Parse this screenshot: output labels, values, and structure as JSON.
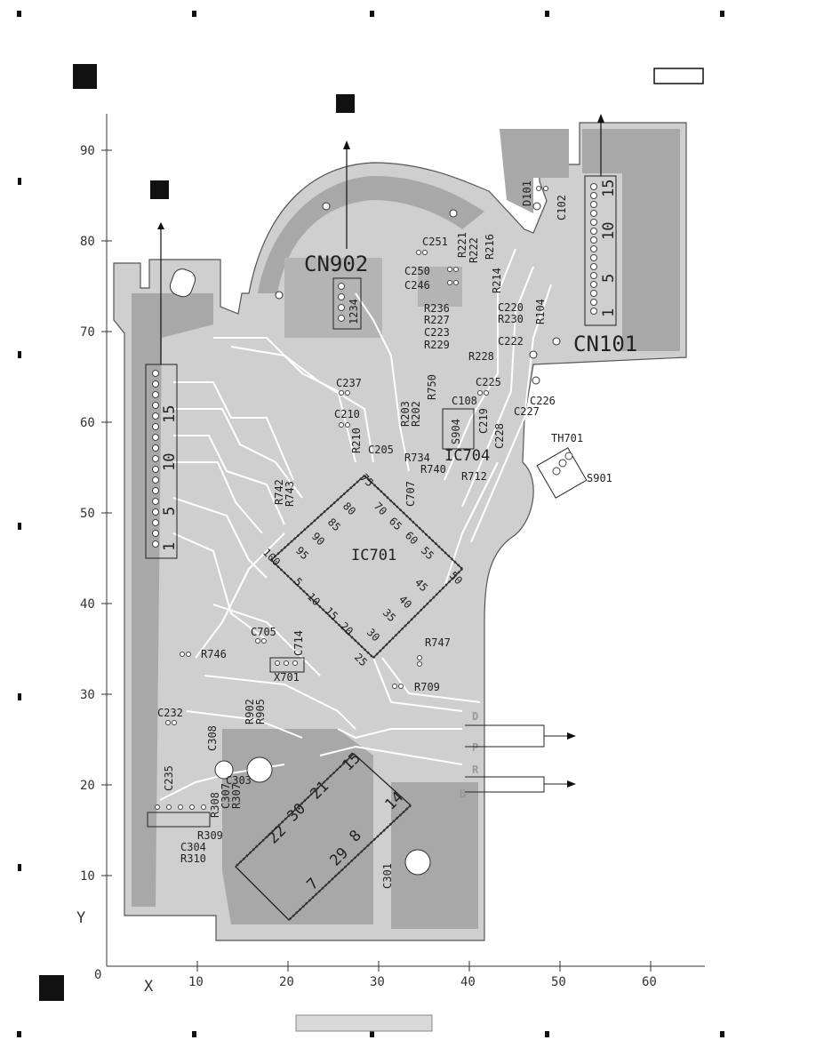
{
  "page": {
    "box_label": ""
  },
  "axes": {
    "y_label": "Y",
    "x_label": "X",
    "y_ticks": [
      "0",
      "10",
      "20",
      "30",
      "40",
      "50",
      "60",
      "70",
      "80",
      "90"
    ],
    "x_ticks": [
      "10",
      "20",
      "30",
      "40",
      "50",
      "60"
    ]
  },
  "connectors": {
    "cn902": "CN902",
    "cn902_pins": "1234",
    "cn101": "CN101",
    "cn101_pins": [
      "15",
      "10",
      "5",
      "1"
    ],
    "left_pins": [
      "15",
      "10",
      "5",
      "1"
    ]
  },
  "ics": {
    "ic701": "IC701",
    "ic701_pins": [
      "75",
      "70",
      "65",
      "60",
      "55",
      "80",
      "85",
      "90",
      "95",
      "100",
      "5",
      "10",
      "15",
      "20",
      "25",
      "30",
      "35",
      "40",
      "45",
      "50"
    ],
    "ic704": "IC704",
    "bottom_ic_pins": [
      "15",
      "21",
      "30",
      "22",
      "8",
      "29",
      "7",
      "14"
    ]
  },
  "signals": [
    "D",
    "P",
    "R",
    "B"
  ],
  "components": {
    "d101": "D101",
    "c102": "C102",
    "c251": "C251",
    "r221": "R221",
    "r222": "R222",
    "r216": "R216",
    "c250": "C250",
    "c246": "C246",
    "r214": "R214",
    "r236": "R236",
    "r227": "R227",
    "c223": "C223",
    "r229": "R229",
    "c220": "C220",
    "r230": "R230",
    "c222": "C222",
    "r104": "R104",
    "r228": "R228",
    "c237": "C237",
    "r750": "R750",
    "c225": "C225",
    "c210": "C210",
    "r203": "R203",
    "r202": "R202",
    "c108": "C108",
    "c226": "C226",
    "c227": "C227",
    "r210": "R210",
    "c205": "C205",
    "r734": "R734",
    "s904": "S904",
    "c219": "C219",
    "c228": "C228",
    "th701": "TH701",
    "r740": "R740",
    "r712": "R712",
    "s901": "S901",
    "r742": "R742",
    "r743": "R743",
    "c707": "C707",
    "c705": "C705",
    "c714": "C714",
    "r746": "R746",
    "r747": "R747",
    "x701": "X701",
    "r709": "R709",
    "r902": "R902",
    "r905": "R905",
    "c232": "C232",
    "c308": "C308",
    "c235": "C235",
    "c303": "C303",
    "c307": "C307",
    "r307": "R307",
    "r308": "R308",
    "r309": "R309",
    "c304": "C304",
    "r310": "R310",
    "c301": "C301"
  }
}
